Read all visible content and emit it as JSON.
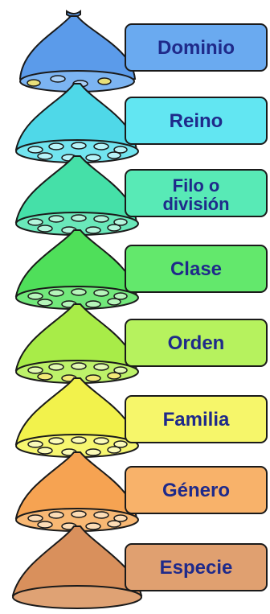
{
  "levels": [
    {
      "label": "Dominio",
      "color": "#5b9bea",
      "box": "#6aaaf0"
    },
    {
      "label": "Reino",
      "color": "#4fd8e8",
      "box": "#62e6f2"
    },
    {
      "label": "Filo o división",
      "line1": "Filo o",
      "line2": "división",
      "color": "#45e0a8",
      "box": "#58eab6"
    },
    {
      "label": "Clase",
      "color": "#4fdf5a",
      "box": "#63e86c"
    },
    {
      "label": "Orden",
      "color": "#a8ec48",
      "box": "#b6f25e"
    },
    {
      "label": "Familia",
      "color": "#f2f24c",
      "box": "#f6f66a"
    },
    {
      "label": "Género",
      "color": "#f6a352",
      "box": "#f8b26a"
    },
    {
      "label": "Especie",
      "color": "#d9905c",
      "box": "#e0a070"
    }
  ]
}
